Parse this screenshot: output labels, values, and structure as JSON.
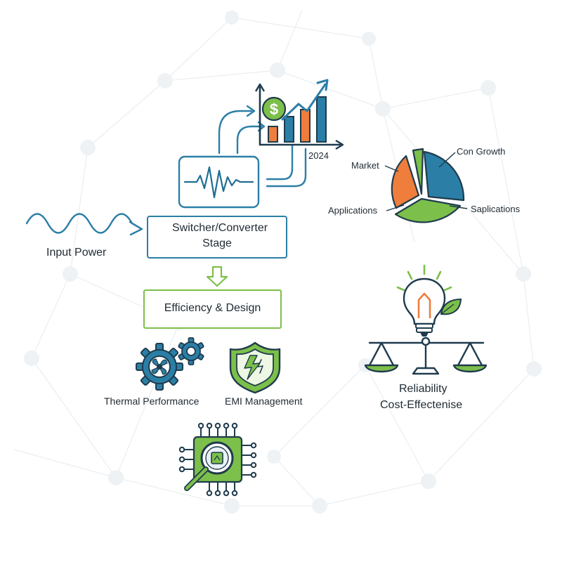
{
  "chart_year": "2024",
  "input_label": "Input Power",
  "switcher_label": "Switcher/Converter Stage",
  "efficiency_label": "Efficiency & Design",
  "thermal_label": "Thermal Performance",
  "emi_label": "EMI Management",
  "reliability_label": "Reliability",
  "cost_label": "Cost-Effectenise",
  "pie_labels": {
    "top_right": "Con Growth",
    "top_left": "Market",
    "bottom_left": "Applications",
    "bottom_right": "Saplications"
  },
  "colors": {
    "blue": "#2b7fa6",
    "dark": "#1f3b4d",
    "green": "#7cbf4a",
    "orange": "#ef7d3c",
    "light_green_fill": "#eef7e4"
  },
  "icons": [
    "dollar-icon",
    "trend-arrow-icon",
    "waveform-icon",
    "sine-wave-icon",
    "down-arrow-icon",
    "gears-icon",
    "shield-bolt-icon",
    "chip-magnifier-icon",
    "lightbulb-icon",
    "leaf-icon",
    "balance-scale-icon"
  ]
}
